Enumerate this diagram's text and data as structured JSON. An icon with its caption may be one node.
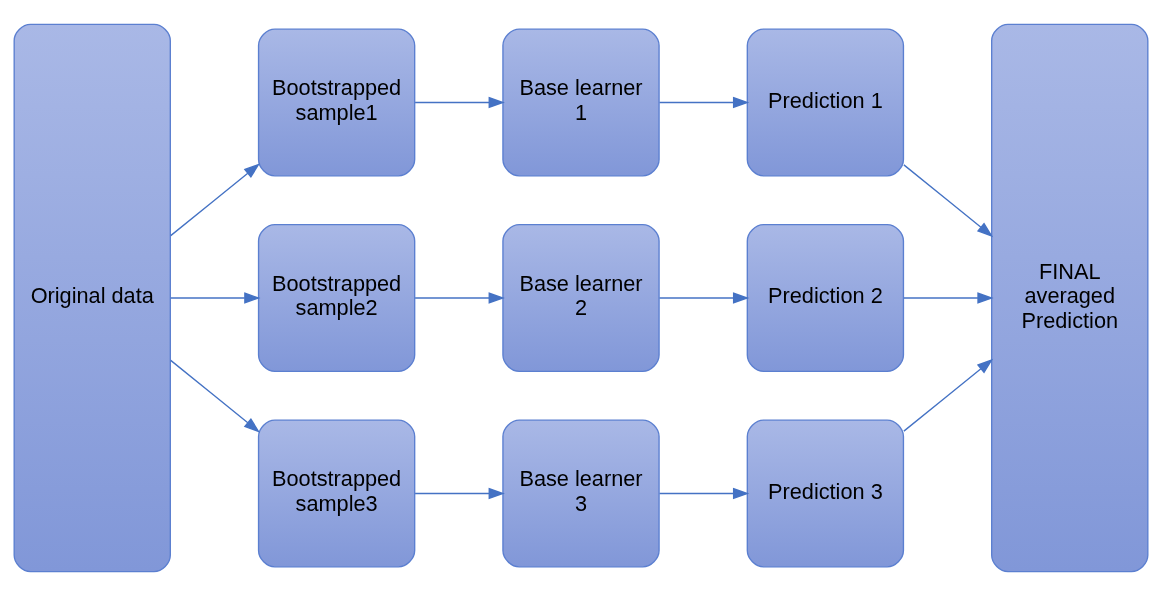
{
  "diagram": {
    "nodes": [
      {
        "text": [
          "Original data"
        ]
      },
      {
        "text": [
          "Bootstrapped sample1"
        ]
      },
      {
        "text": [
          "Base learner 1"
        ]
      },
      {
        "text": [
          "Prediction 1"
        ]
      },
      {
        "text": [
          "Bootstrapped sample2"
        ]
      },
      {
        "text": [
          "Base learner 2"
        ]
      },
      {
        "text": [
          "Prediction 2"
        ]
      },
      {
        "text": [
          "Bootstrapped sample3"
        ]
      },
      {
        "text": [
          "Base learner 3"
        ]
      },
      {
        "text": [
          "Prediction 3"
        ]
      },
      {
        "text": [
          "FINAL averaged Prediction"
        ]
      }
    ],
    "edges": [
      {
        "from": 0,
        "to": 1,
        "arrow": "to"
      },
      {
        "from": 0,
        "to": 4,
        "arrow": "to"
      },
      {
        "from": 0,
        "to": 7,
        "arrow": "to"
      },
      {
        "from": 1,
        "to": 2,
        "arrow": "to"
      },
      {
        "from": 2,
        "to": 3,
        "arrow": "to"
      },
      {
        "from": 4,
        "to": 5,
        "arrow": "to"
      },
      {
        "from": 5,
        "to": 6,
        "arrow": "to"
      },
      {
        "from": 7,
        "to": 8,
        "arrow": "to"
      },
      {
        "from": 8,
        "to": 9,
        "arrow": "to"
      },
      {
        "from": 3,
        "to": 10,
        "arrow": "to"
      },
      {
        "from": 6,
        "to": 10,
        "arrow": "to"
      },
      {
        "from": 9,
        "to": 10,
        "arrow": "to"
      }
    ]
  }
}
